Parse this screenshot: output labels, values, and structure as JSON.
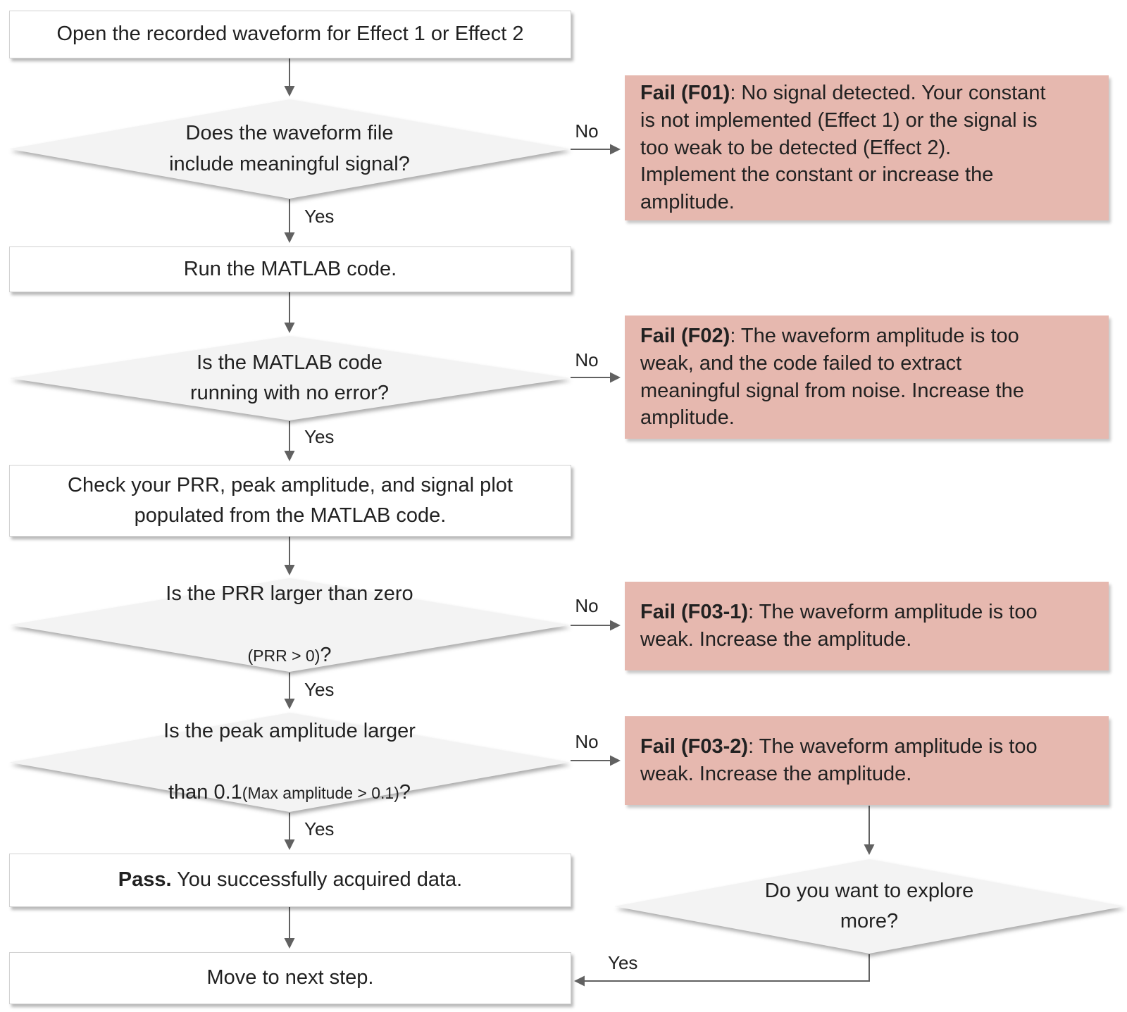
{
  "flowchart": {
    "colors": {
      "fail_box_bg": "#E6B8AF",
      "decision_bg": "#F3F3F3",
      "process_bg": "#FFFFFF",
      "arrow": "#616161"
    },
    "boxes": {
      "open": {
        "label": "Open the recorded waveform for Effect 1 or Effect 2"
      },
      "run": {
        "label": "Run the MATLAB code."
      },
      "check": {
        "label": "Check your PRR, peak amplitude, and signal plot\npopulated from the MATLAB code."
      },
      "pass": {
        "bold": "Pass.",
        "rest": " You successfully acquired data."
      },
      "move": {
        "label": "Move to next step."
      }
    },
    "decisions": {
      "signal": {
        "label": "Does the waveform file\ninclude meaningful signal?"
      },
      "error": {
        "label": "Is the MATLAB code\nrunning with no error?"
      },
      "prr": {
        "line1": "Is the PRR  larger than zero",
        "line2_small": "(PRR > 0)",
        "line2_suffix": "?"
      },
      "peak": {
        "line1": "Is the peak amplitude larger",
        "line2_pre": "than 0.1",
        "line2_small": "(Max amplitude > 0.1)",
        "line2_suffix": "?"
      },
      "explore": {
        "label": "Do you want to explore\nmore?"
      }
    },
    "fails": {
      "f01": {
        "bold": "Fail (F01)",
        "rest": ": No signal detected. Your constant\nis not implemented (Effect 1) or the signal is\ntoo weak to be detected (Effect 2).\nImplement the constant or increase the\namplitude."
      },
      "f02": {
        "bold": "Fail (F02)",
        "rest": ": The waveform amplitude is too\nweak, and the code failed to extract\nmeaningful signal from noise. Increase the\namplitude."
      },
      "f03_1": {
        "bold": "Fail (F03-1)",
        "rest": ": The waveform amplitude is too\nweak. Increase the amplitude."
      },
      "f03_2": {
        "bold": "Fail (F03-2)",
        "rest": ": The waveform amplitude is too\nweak. Increase the amplitude."
      }
    },
    "labels": {
      "yes": "Yes",
      "no": "No"
    }
  }
}
